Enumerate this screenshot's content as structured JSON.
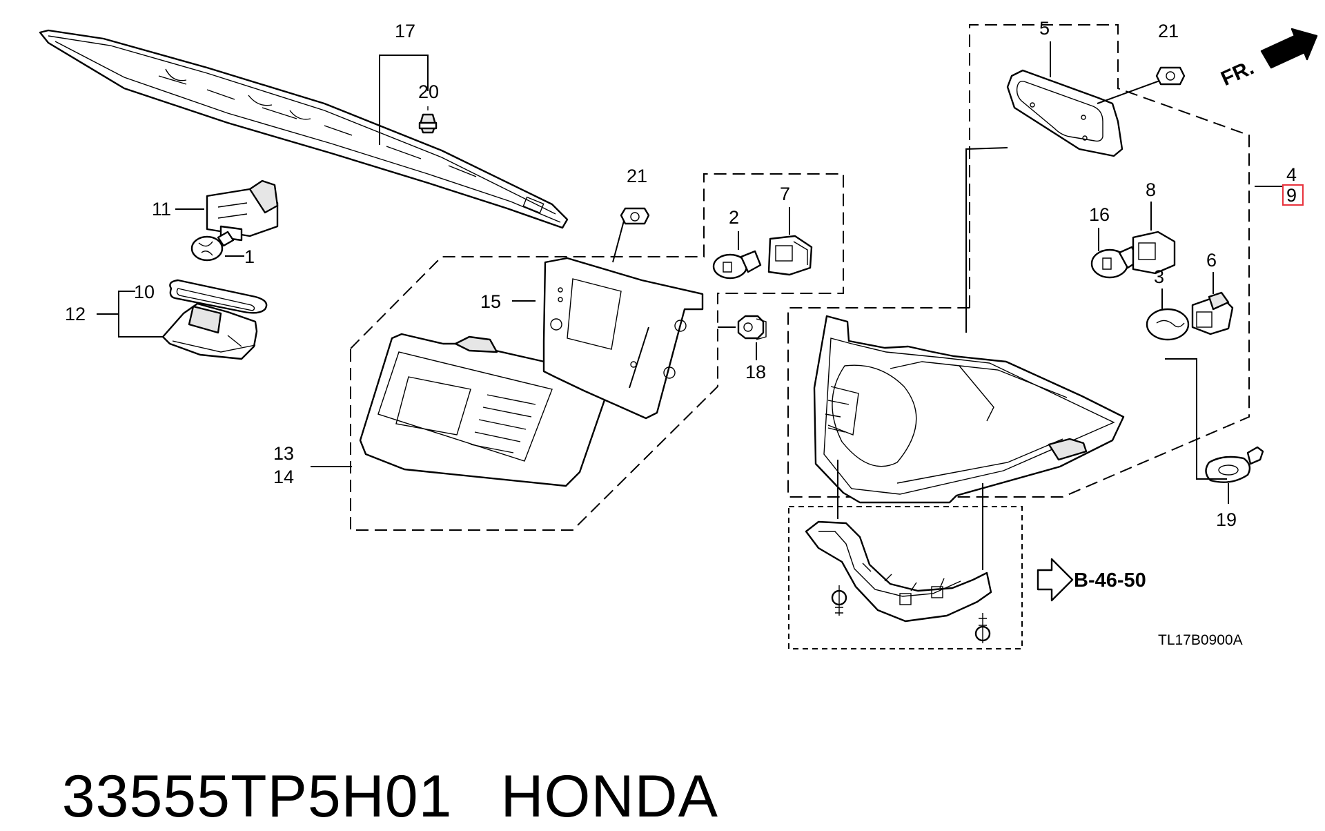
{
  "callouts": {
    "c1": "1",
    "c2": "2",
    "c3": "3",
    "c4": "4",
    "c5": "5",
    "c6": "6",
    "c7": "7",
    "c8": "8",
    "c9": "9",
    "c10": "10",
    "c11": "11",
    "c12": "12",
    "c13": "13",
    "c14": "14",
    "c15": "15",
    "c16": "16",
    "c17": "17",
    "c18": "18",
    "c19": "19",
    "c20": "20",
    "c21a": "21",
    "c21b": "21"
  },
  "direction_label": "FR.",
  "reference_label": "B-46-50",
  "drawing_code": "TL17B0900A",
  "footer": {
    "part_number": "33555TP5H01",
    "brand": "HONDA"
  },
  "highlight_color": "#e8323c"
}
